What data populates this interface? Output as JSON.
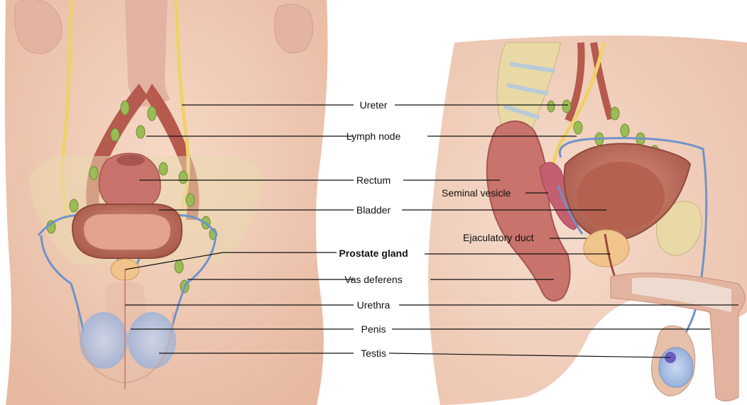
{
  "labels": {
    "ureter": "Ureter",
    "lymph_node": "Lymph node",
    "rectum": "Rectum",
    "bladder": "Bladder",
    "prostate_gland": "Prostate gland",
    "vas_deferens": "Vas deferens",
    "urethra": "Urethra",
    "penis": "Penis",
    "testis": "Testis",
    "seminal_vesicle": "Seminal vesicle",
    "ejaculatory_duct": "Ejaculatory duct"
  },
  "colors": {
    "skin": "#f2cdb8",
    "skin_shadow": "#dfae96",
    "ureter": "#efd16a",
    "vas_deferens": "#6f93c9",
    "vessel": "#b65a4d",
    "lymph": "#9bbb55",
    "bladder": "#c77c68",
    "rectum": "#c8736b",
    "prostate": "#f1c48c",
    "bone": "#e9d9a6",
    "testis": "#a9c1e8"
  }
}
